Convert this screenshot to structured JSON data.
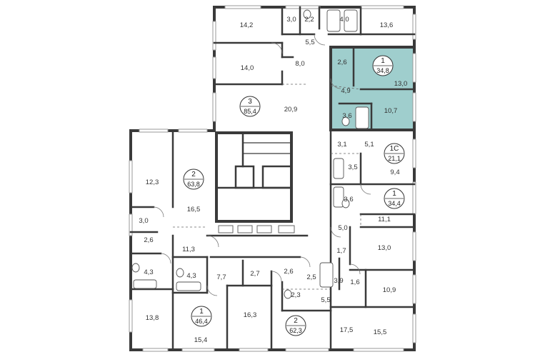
{
  "highlight_color": "#8ec6c4",
  "apartments": [
    {
      "id": "a1",
      "rooms": "1",
      "area": "34,8",
      "highlighted": true
    },
    {
      "id": "a2",
      "rooms": "3",
      "area": "85,4",
      "highlighted": false
    },
    {
      "id": "a3",
      "rooms": "1С",
      "area": "21,1",
      "highlighted": false
    },
    {
      "id": "a4",
      "rooms": "2",
      "area": "63,8",
      "highlighted": false
    },
    {
      "id": "a5",
      "rooms": "1",
      "area": "34,4",
      "highlighted": false
    },
    {
      "id": "a6",
      "rooms": "1",
      "area": "46,4",
      "highlighted": false
    },
    {
      "id": "a7",
      "rooms": "2",
      "area": "62,3",
      "highlighted": false
    }
  ],
  "rooms": [
    {
      "label": "14,2"
    },
    {
      "label": "3,0"
    },
    {
      "label": "2,2"
    },
    {
      "label": "4,0"
    },
    {
      "label": "13,6"
    },
    {
      "label": "5,5"
    },
    {
      "label": "14,0"
    },
    {
      "label": "8,0"
    },
    {
      "label": "2,6"
    },
    {
      "label": "13,0"
    },
    {
      "label": "4,9"
    },
    {
      "label": "20,9"
    },
    {
      "label": "3,6"
    },
    {
      "label": "10,7"
    },
    {
      "label": "3,1"
    },
    {
      "label": "5,1"
    },
    {
      "label": "3,5"
    },
    {
      "label": "9,4"
    },
    {
      "label": "12,3"
    },
    {
      "label": "3,6"
    },
    {
      "label": "16,5"
    },
    {
      "label": "11,1"
    },
    {
      "label": "3,0"
    },
    {
      "label": "5,0"
    },
    {
      "label": "2,6"
    },
    {
      "label": "13,0"
    },
    {
      "label": "11,3"
    },
    {
      "label": "1,7"
    },
    {
      "label": "4,3"
    },
    {
      "label": "4,3"
    },
    {
      "label": "7,7"
    },
    {
      "label": "2,7"
    },
    {
      "label": "2,6"
    },
    {
      "label": "2,5"
    },
    {
      "label": "3,9"
    },
    {
      "label": "1,6"
    },
    {
      "label": "10,9"
    },
    {
      "label": "2,3"
    },
    {
      "label": "5,5"
    },
    {
      "label": "13,8"
    },
    {
      "label": "16,3"
    },
    {
      "label": "17,5"
    },
    {
      "label": "15,5"
    },
    {
      "label": "15,4"
    }
  ]
}
